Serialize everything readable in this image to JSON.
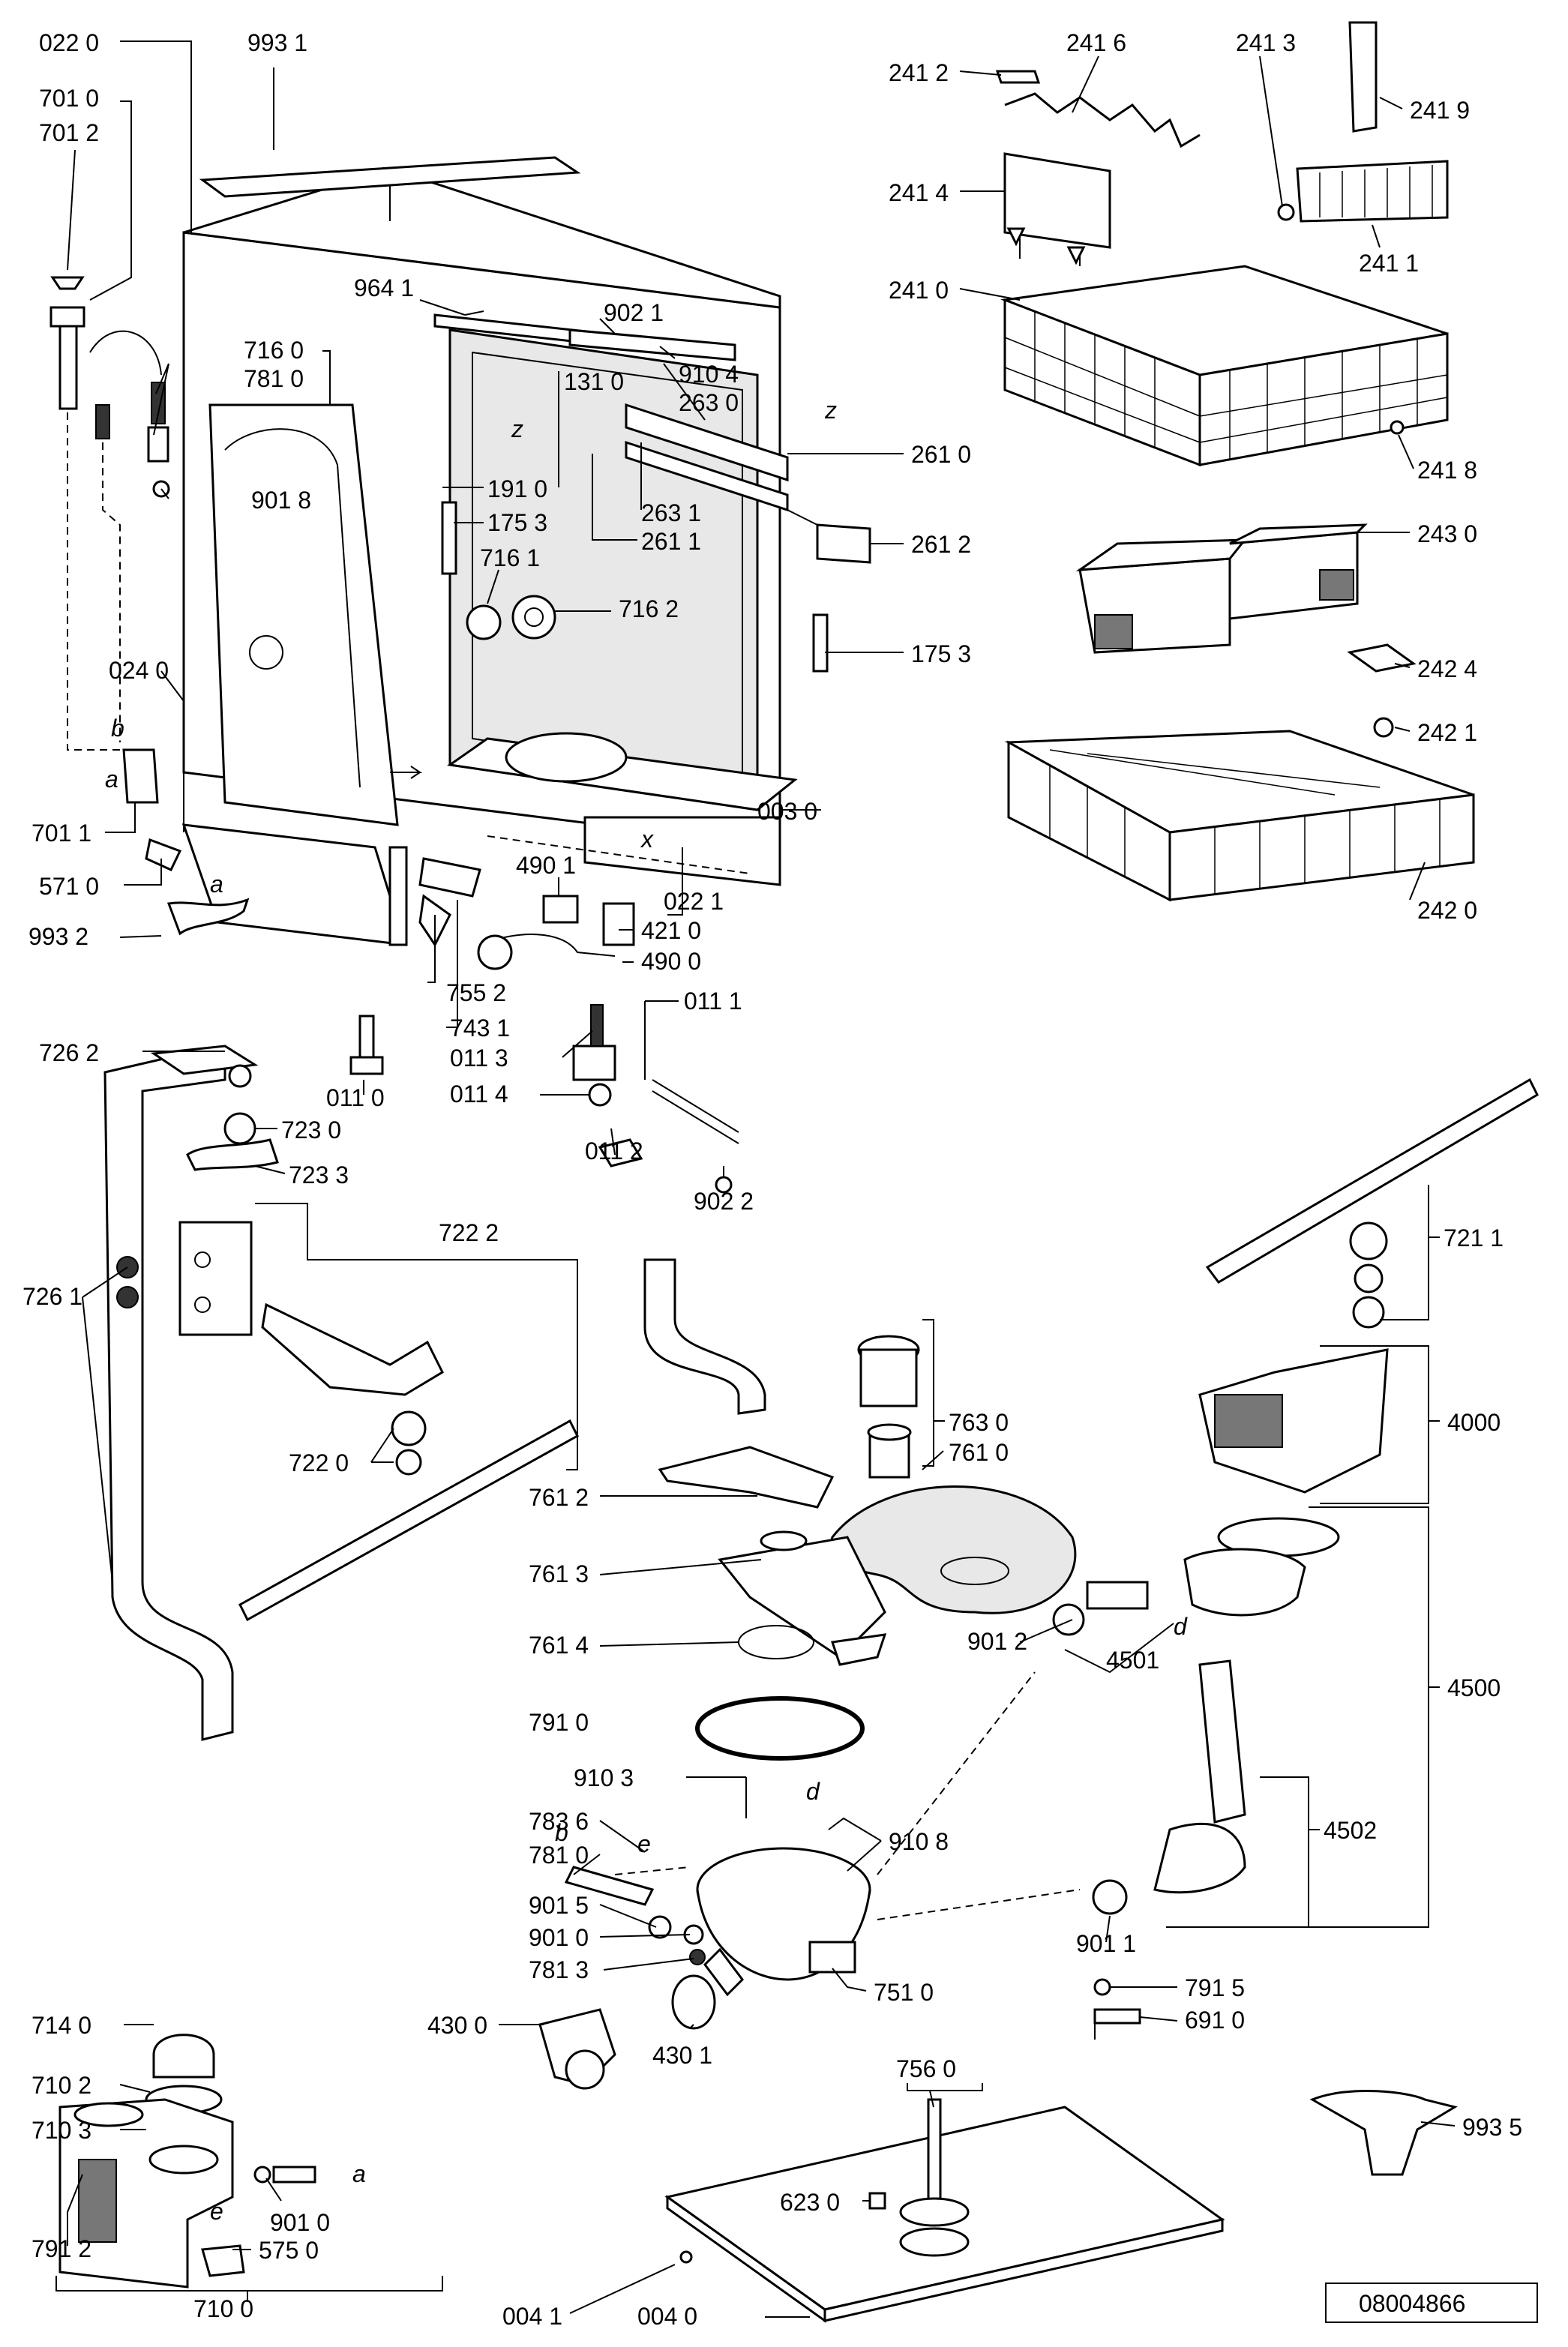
{
  "reference_number": "08004866",
  "callouts": {
    "c0220": "022 0",
    "c9931": "993 1",
    "c7010": "701 0",
    "c7012": "701 2",
    "c9641": "964 1",
    "c9021": "902 1",
    "c9104": "910 4",
    "c1310": "131 0",
    "c2630": "263 0",
    "c7160": "716 0",
    "c7810a": "781 0",
    "c9018": "901 8",
    "c1910": "191 0",
    "c1753a": "175 3",
    "c2631": "263 1",
    "c2611": "261 1",
    "c2610": "261 0",
    "c2612": "261 2",
    "c7161": "716 1",
    "c7162": "716 2",
    "c1753b": "175 3",
    "c0240": "024 0",
    "c0030": "003 0",
    "c7011": "701 1",
    "c5710": "571 0",
    "c9932": "993 2",
    "c4901": "490 1",
    "c0221": "022 1",
    "c4210": "421 0",
    "c4900": "490 0",
    "c7552": "755 2",
    "c7431": "743 1",
    "c0111": "011 1",
    "c0113": "011 3",
    "c0114": "011 4",
    "c0112": "011 2",
    "c9022": "902 2",
    "c0110": "011 0",
    "c2412": "241 2",
    "c2416": "241 6",
    "c2413": "241 3",
    "c2419": "241 9",
    "c2414": "241 4",
    "c2411": "241 1",
    "c2410": "241 0",
    "c2418": "241 8",
    "c2430": "243 0",
    "c2424": "242 4",
    "c2421": "242 1",
    "c2420": "242 0",
    "c7262": "726 2",
    "c7230": "723 0",
    "c7233": "723 3",
    "c7222": "722 2",
    "c7261": "726 1",
    "c7220": "722 0",
    "c7211": "721 1",
    "c7630": "763 0",
    "c7610": "761 0",
    "c7612": "761 2",
    "c4000": "4000",
    "c7613": "761 3",
    "c7614": "761 4",
    "c9012": "901 2",
    "c4501": "4501",
    "c4500": "4500",
    "c7910": "791 0",
    "c9103": "910 3",
    "c7836": "783 6",
    "c7810b": "781 0",
    "c9108": "910 8",
    "c4502": "4502",
    "c9015": "901 5",
    "c9010a": "901 0",
    "c7813": "781 3",
    "c9011": "901 1",
    "c7510": "751 0",
    "c7140": "714 0",
    "c7102": "710 2",
    "c7103": "710 3",
    "c4300": "430 0",
    "c4301": "430 1",
    "c7915": "791 5",
    "c6910": "691 0",
    "c9010b": "901 0",
    "c7912": "791 2",
    "c5750": "575 0",
    "c7560": "756 0",
    "c6230": "623 0",
    "c9935": "993 5",
    "c7100": "710 0",
    "c0041": "004 1",
    "c0040": "004 0"
  },
  "markers": {
    "a": "a",
    "b": "b",
    "d": "d",
    "e": "e",
    "x": "x",
    "z": "z"
  }
}
